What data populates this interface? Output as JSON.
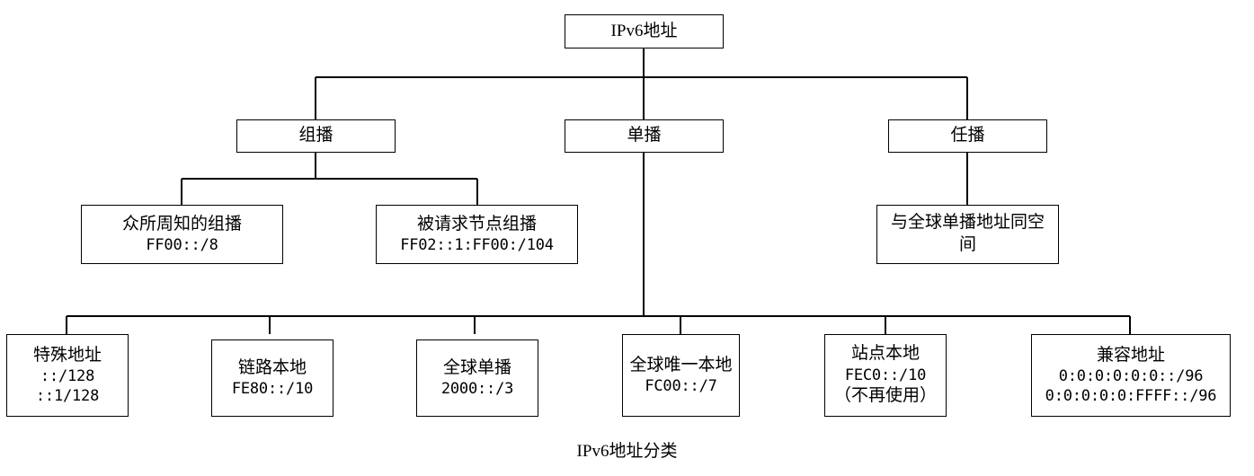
{
  "diagram": {
    "caption": "IPv6地址分类",
    "line_color": "#000000",
    "box_border_color": "#000000",
    "background_color": "#ffffff",
    "text_color": "#000000"
  },
  "root": {
    "label": "IPv6地址"
  },
  "level2": [
    {
      "label": "组播"
    },
    {
      "label": "单播"
    },
    {
      "label": "任播"
    }
  ],
  "multicast_children": [
    {
      "title": "众所周知的组播",
      "prefix": "FF00::/8"
    },
    {
      "title": "被请求节点组播",
      "prefix": "FF02::1:FF00:/104"
    }
  ],
  "anycast_children": [
    {
      "title": "与全球单播地址同空间"
    }
  ],
  "unicast_children": [
    {
      "title": "特殊地址",
      "prefix1": "::/128",
      "prefix2": "::1/128"
    },
    {
      "title": "链路本地",
      "prefix1": "FE80::/10"
    },
    {
      "title": "全球单播",
      "prefix1": "2000::/3"
    },
    {
      "title": "全球唯一本地",
      "prefix1": "FC00::/7"
    },
    {
      "title": "站点本地",
      "prefix1": "FEC0::/10",
      "note": "（不再使用）"
    },
    {
      "title": "兼容地址",
      "prefix1": "0:0:0:0:0:0::/96",
      "prefix2": "0:0:0:0:0:FFFF::/96"
    }
  ]
}
